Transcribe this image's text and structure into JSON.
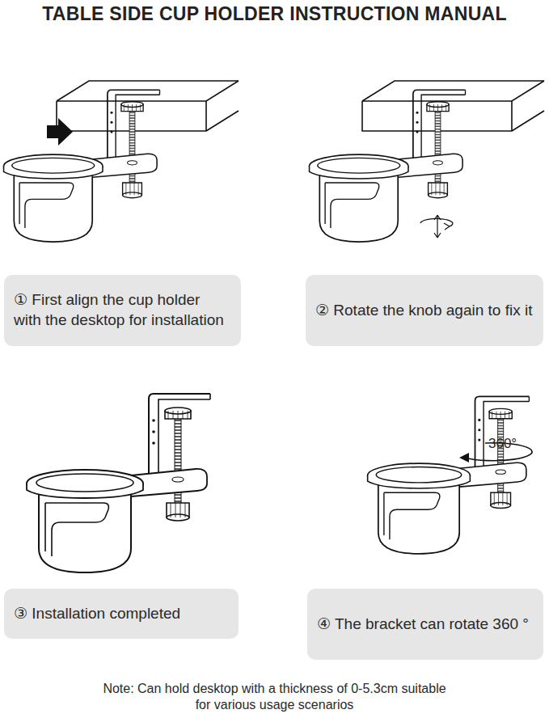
{
  "diagram": {
    "title": "TABLE SIDE CUP HOLDER INSTRUCTION MANUAL",
    "nodes": [
      {
        "text": [
          "① First align the cup holder with the desktop for installation"
        ]
      },
      {
        "text": [
          "② Rotate the knob again to fix it"
        ]
      },
      {
        "text": [
          "③ Installation completed"
        ]
      },
      {
        "text": [
          "④ The bracket can rotate 360 °"
        ]
      }
    ],
    "labels": [
      "360°",
      "Note: Can hold desktop with a thickness of 0-5.3cm suitable for various usage scenarios"
    ]
  }
}
